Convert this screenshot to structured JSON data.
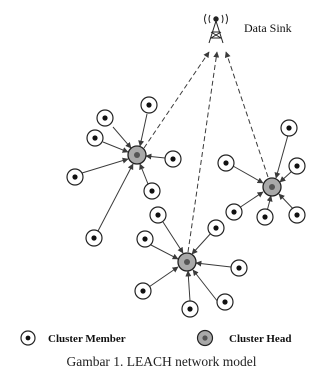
{
  "sink": {
    "label": "Data Sink",
    "icon": "antenna-tower-icon"
  },
  "legend": {
    "member_label": "Cluster Member",
    "head_label": "Cluster Head"
  },
  "caption": "Gambar 1. LEACH network model",
  "colors": {
    "line": "#3a3a3a",
    "node_outline": "#222222",
    "member_dot": "#111111",
    "head_fill": "#a9a9a9",
    "head_dot": "#555555"
  }
}
